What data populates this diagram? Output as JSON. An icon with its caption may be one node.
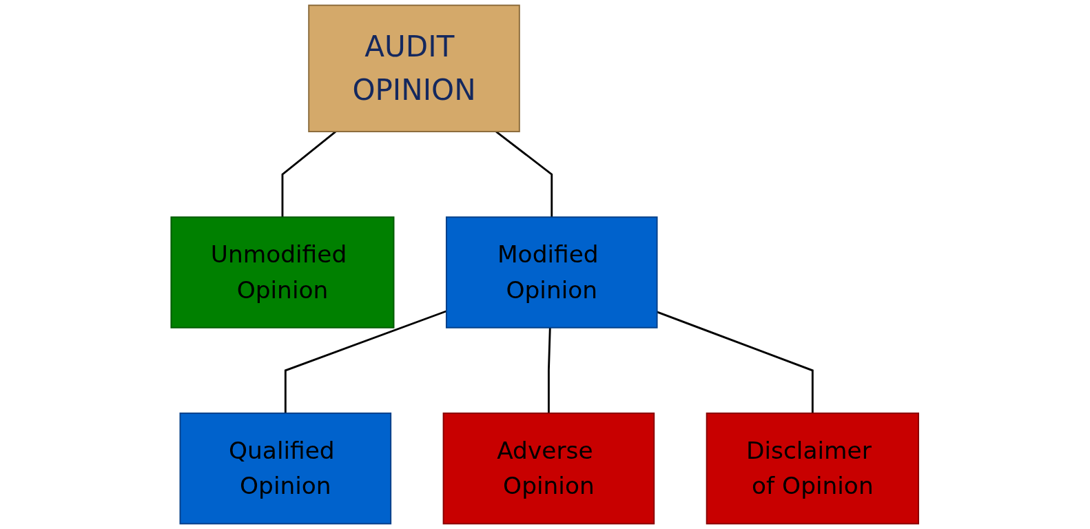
{
  "diagram": {
    "nodes": [
      {
        "text": [
          "AUDIT OPINION"
        ]
      },
      {
        "text": [
          "Unmodified Opinion"
        ]
      },
      {
        "text": [
          "Modified Opinion"
        ]
      },
      {
        "text": [
          "Qualified Opinion"
        ]
      },
      {
        "text": [
          "Adverse Opinion"
        ]
      },
      {
        "text": [
          "Disclaimer of Opinion"
        ]
      }
    ],
    "edges": [
      {
        "from": 0,
        "to": 1,
        "arrow": "none"
      },
      {
        "from": 0,
        "to": 2,
        "arrow": "none"
      },
      {
        "from": 2,
        "to": 3,
        "arrow": "none"
      },
      {
        "from": 2,
        "to": 4,
        "arrow": "none"
      },
      {
        "from": 2,
        "to": 5,
        "arrow": "none"
      }
    ]
  }
}
